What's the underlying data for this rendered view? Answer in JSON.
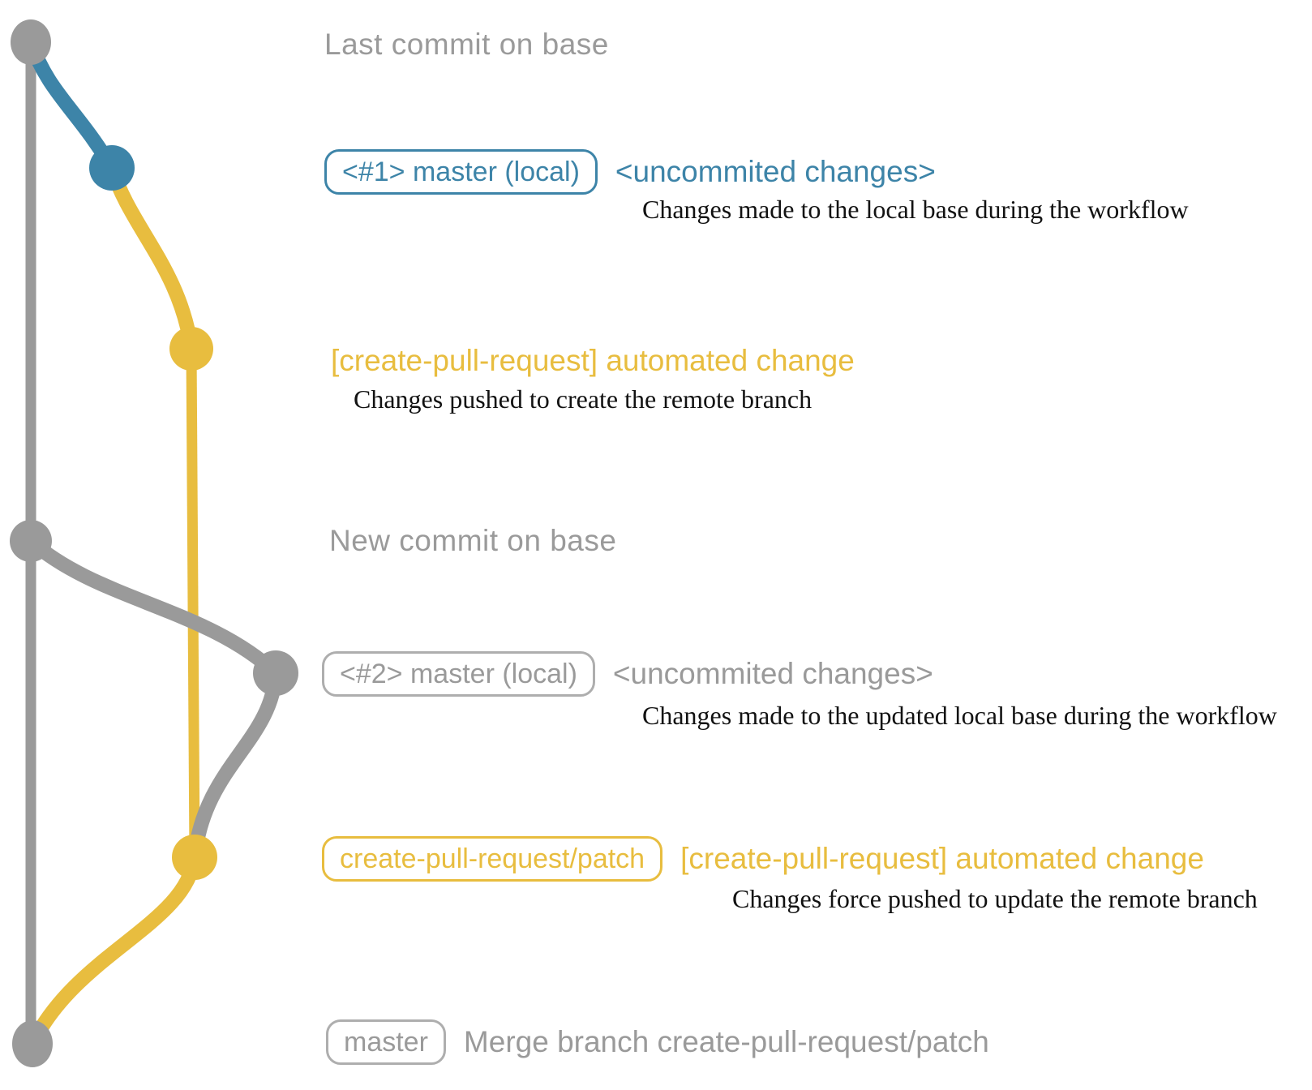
{
  "colors": {
    "gray": "#9a9a9a",
    "gray_border": "#aeaeae",
    "blue": "#3d84a8",
    "yellow": "#e8bd3f",
    "text_dark": "#121212"
  },
  "graph": {
    "branches": [
      {
        "name": "base (master remote)",
        "color_key": "gray"
      },
      {
        "name": "master (local) #1",
        "color_key": "blue"
      },
      {
        "name": "create-pull-request/patch",
        "color_key": "yellow"
      },
      {
        "name": "master (local) #2",
        "color_key": "gray"
      }
    ],
    "commits": [
      {
        "id": "last-commit-on-base",
        "branch": "base (master remote)"
      },
      {
        "id": "uncommited-changes-1",
        "branch": "master (local) #1"
      },
      {
        "id": "automated-change-1",
        "branch": "create-pull-request/patch"
      },
      {
        "id": "new-commit-on-base",
        "branch": "base (master remote)"
      },
      {
        "id": "uncommited-changes-2",
        "branch": "master (local) #2"
      },
      {
        "id": "automated-change-2",
        "branch": "create-pull-request/patch"
      },
      {
        "id": "merge-commit",
        "branch": "base (master remote)"
      }
    ]
  },
  "rows": {
    "last_commit": {
      "label": "Last commit on base"
    },
    "workflow1": {
      "badge": "<#1> master (local)",
      "title": "<uncommited changes>",
      "desc": "Changes made to the local base during the workflow"
    },
    "push1": {
      "title": "[create-pull-request] automated change",
      "desc": "Changes pushed to create the remote branch"
    },
    "new_commit": {
      "label": "New commit on base"
    },
    "workflow2": {
      "badge": "<#2> master (local)",
      "title": "<uncommited changes>",
      "desc": "Changes made to the updated local base during the workflow"
    },
    "push2": {
      "badge": "create-pull-request/patch",
      "title": "[create-pull-request] automated change",
      "desc": "Changes force pushed to update the remote branch"
    },
    "merge": {
      "badge": "master",
      "title": "Merge branch create-pull-request/patch"
    }
  }
}
